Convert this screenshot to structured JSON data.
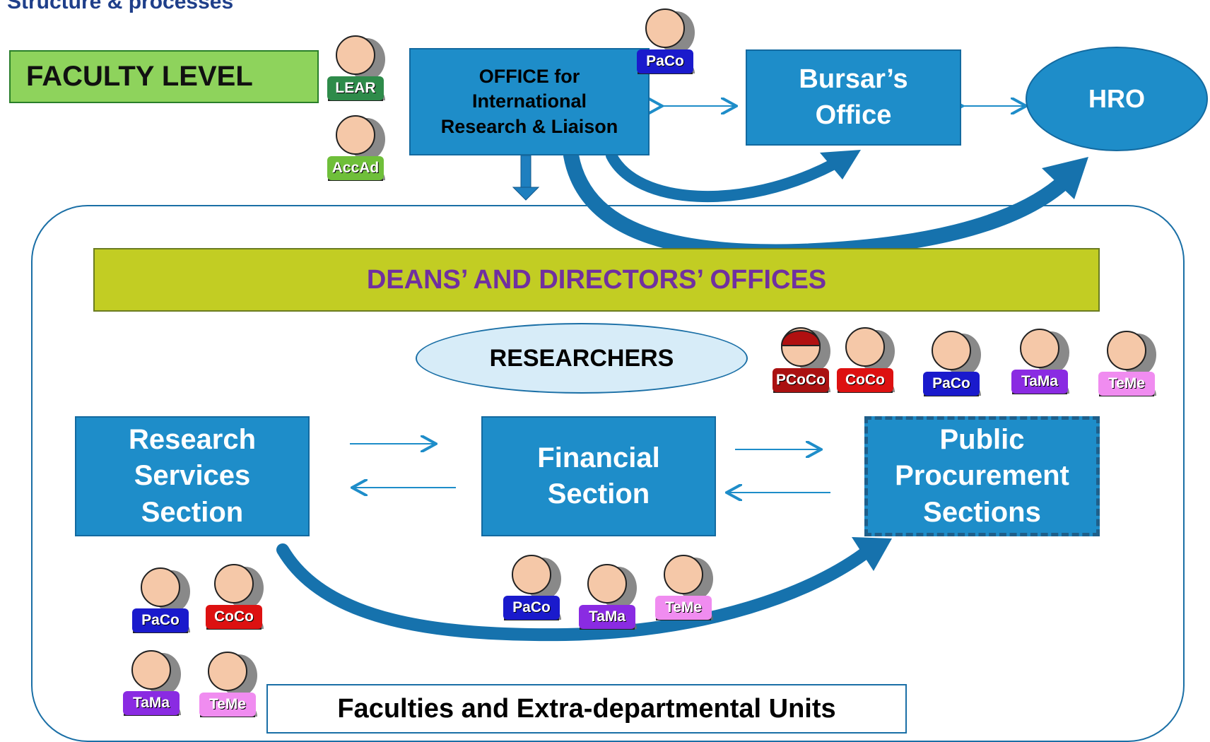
{
  "header": {
    "title": "Structure & processes"
  },
  "faculty_level": {
    "label": "FACULTY LEVEL"
  },
  "office": {
    "line1": "OFFICE for",
    "line2": "International",
    "line3": "Research & Liaison"
  },
  "bursar": {
    "line1": "Bursar’s",
    "line2": "Office"
  },
  "hro": {
    "label": "HRO"
  },
  "deans": {
    "label": "DEANS’ AND DIRECTORS’ OFFICES"
  },
  "researchers": {
    "label": "RESEARCHERS"
  },
  "research_services": {
    "line1": "Research",
    "line2": "Services",
    "line3": "Section"
  },
  "financial": {
    "line1": "Financial",
    "line2": "Section"
  },
  "procurement": {
    "line1": "Public",
    "line2": "Procurement",
    "line3": "Sections"
  },
  "units": {
    "label": "Faculties and Extra-departmental Units"
  },
  "roles": {
    "lear": "LEAR",
    "accad": "AccAd",
    "paco": "PaCo",
    "pcoco": "PCoCo",
    "coco": "CoCo",
    "tama": "TaMa",
    "teme": "TeMe"
  },
  "colors": {
    "box_blue": "#1e8dc9",
    "faculty_green": "#8ed35c",
    "deans_olive": "#c2cd23",
    "deans_text": "#7030a0",
    "researchers_fill": "#d7ecf8",
    "lear": "#2e8b4a",
    "accad": "#6fbf3a",
    "paco": "#1a1acc",
    "pcoco": "#aa1111",
    "coco": "#dd1111",
    "tama": "#8a2be2",
    "teme": "#f08cf0"
  }
}
